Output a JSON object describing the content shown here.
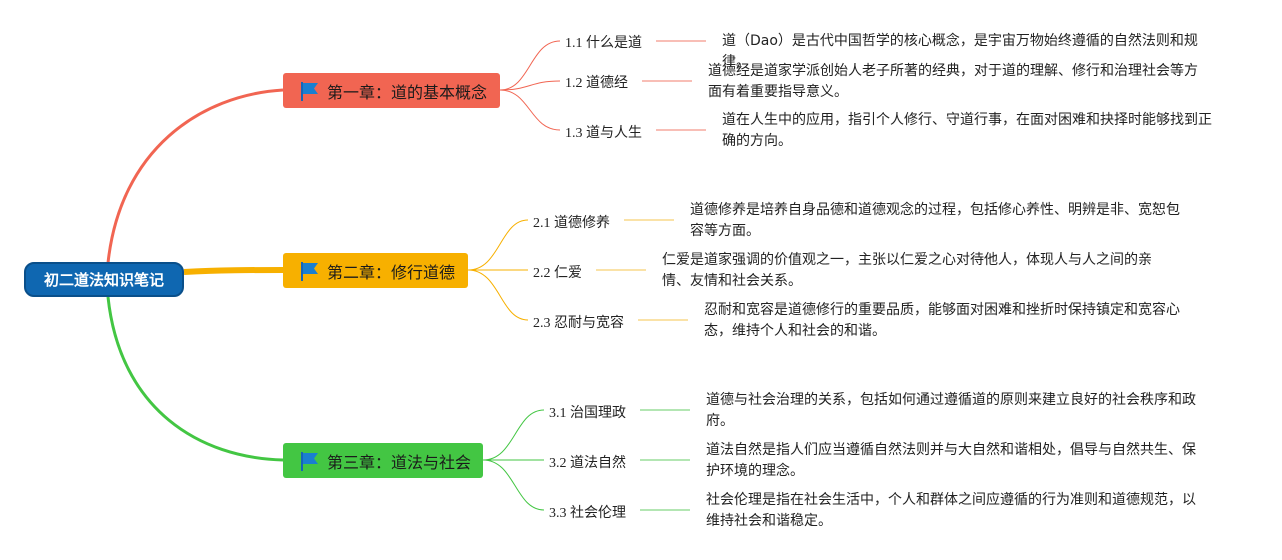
{
  "root": {
    "label": "初二道法知识笔记"
  },
  "colors": {
    "root": "#0f67b1",
    "chapter1": "#f16552",
    "chapter2": "#f7b000",
    "chapter3": "#43c643",
    "flag": "#1a7fd0"
  },
  "chapters": [
    {
      "label": "第一章：道的基本概念",
      "topics": [
        {
          "label": "1.1 什么是道",
          "note": "道（Dao）是古代中国哲学的核心概念，是宇宙万物始终遵循的自然法则和规律。"
        },
        {
          "label": "1.2 道德经",
          "note": "道德经是道家学派创始人老子所著的经典，对于道的理解、修行和治理社会等方面有着重要指导意义。"
        },
        {
          "label": "1.3 道与人生",
          "note": "道在人生中的应用，指引个人修行、守道行事，在面对困难和抉择时能够找到正确的方向。"
        }
      ]
    },
    {
      "label": "第二章：修行道德",
      "topics": [
        {
          "label": "2.1 道德修养",
          "note": "道德修养是培养自身品德和道德观念的过程，包括修心养性、明辨是非、宽恕包容等方面。"
        },
        {
          "label": "2.2 仁爱",
          "note": "仁爱是道家强调的价值观之一，主张以仁爱之心对待他人，体现人与人之间的亲情、友情和社会关系。"
        },
        {
          "label": "2.3 忍耐与宽容",
          "note": "忍耐和宽容是道德修行的重要品质，能够面对困难和挫折时保持镇定和宽容心态，维持个人和社会的和谐。"
        }
      ]
    },
    {
      "label": "第三章：道法与社会",
      "topics": [
        {
          "label": "3.1 治国理政",
          "note": "道德与社会治理的关系，包括如何通过遵循道的原则来建立良好的社会秩序和政府。"
        },
        {
          "label": "3.2 道法自然",
          "note": "道法自然是指人们应当遵循自然法则并与大自然和谐相处，倡导与自然共生、保护环境的理念。"
        },
        {
          "label": "3.3 社会伦理",
          "note": "社会伦理是指在社会生活中，个人和群体之间应遵循的行为准则和道德规范，以维持社会和谐稳定。"
        }
      ]
    }
  ]
}
